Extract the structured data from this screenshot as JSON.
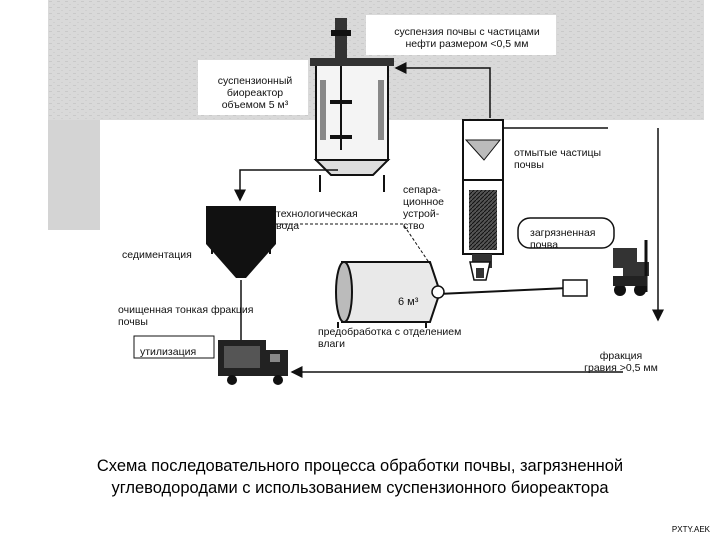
{
  "diagram": {
    "labels": {
      "soil_suspension": "суспензия почвы с частицами\nнефти размером <0,5 мм",
      "bioreactor": "суспензионный\nбиореактор\nобъемом 5 м³",
      "washed_particles": "отмытые частицы\nпочвы",
      "process_water": "технологическая\nвода",
      "separator": "сепара-\nционное\nустрой-\nство",
      "contaminated_soil": "загрязненная\nпочва",
      "sedimentation": "седиментация",
      "volume_6m3": "6 м³",
      "fine_fraction": "очищенная тонкая фракция\nпочвы",
      "pretreatment": "предобработка с отделением\nвлаги",
      "disposal": "утилизация",
      "gravel_fraction": "фракция\nгравия >0,5 мм"
    }
  },
  "caption": "Схема последовательного процесса обработки почвы, загрязненной\nуглеводородами с использованием суспензионного биореактора",
  "watermark": "PXTY.AEK"
}
